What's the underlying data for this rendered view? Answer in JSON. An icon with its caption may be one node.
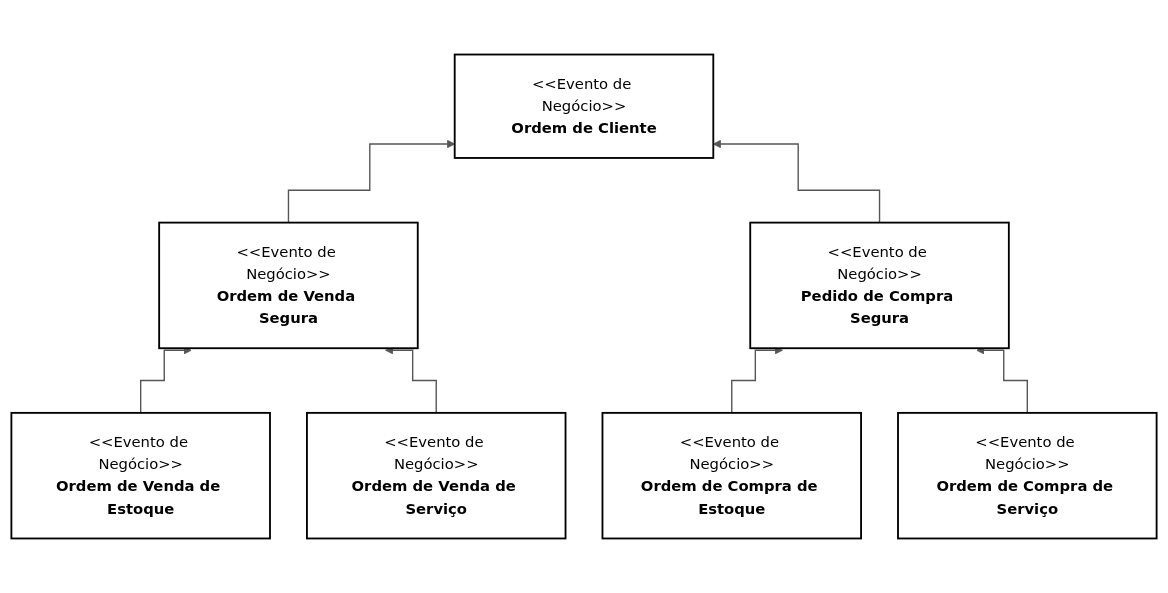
{
  "diagram": {
    "nodes": [
      {
        "text": [
          "<<Evento de Negócio>>",
          "Ordem de Cliente"
        ]
      },
      {
        "text": [
          "<<Evento de Negócio>>",
          "Ordem de Venda Segura"
        ]
      },
      {
        "text": [
          "<<Evento de Negócio>>",
          "Pedido de Compra Segura"
        ]
      },
      {
        "text": [
          "<<Evento de Negócio>>",
          "Ordem de Venda de Estoque"
        ]
      },
      {
        "text": [
          "<<Evento de Negócio>>",
          "Ordem de Venda de Serviço"
        ]
      },
      {
        "text": [
          "<<Evento de Negócio>>",
          "Ordem de Compra de Estoque"
        ]
      },
      {
        "text": [
          "<<Evento de Negócio>>",
          "Ordem de Compra de Serviço"
        ]
      }
    ],
    "edges": [
      {
        "from": 1,
        "to": 0,
        "arrow": "to"
      },
      {
        "from": 2,
        "to": 0,
        "arrow": "to"
      },
      {
        "from": 3,
        "to": 1,
        "arrow": "to"
      },
      {
        "from": 4,
        "to": 1,
        "arrow": "to"
      },
      {
        "from": 5,
        "to": 2,
        "arrow": "to"
      },
      {
        "from": 6,
        "to": 2,
        "arrow": "to"
      }
    ]
  }
}
